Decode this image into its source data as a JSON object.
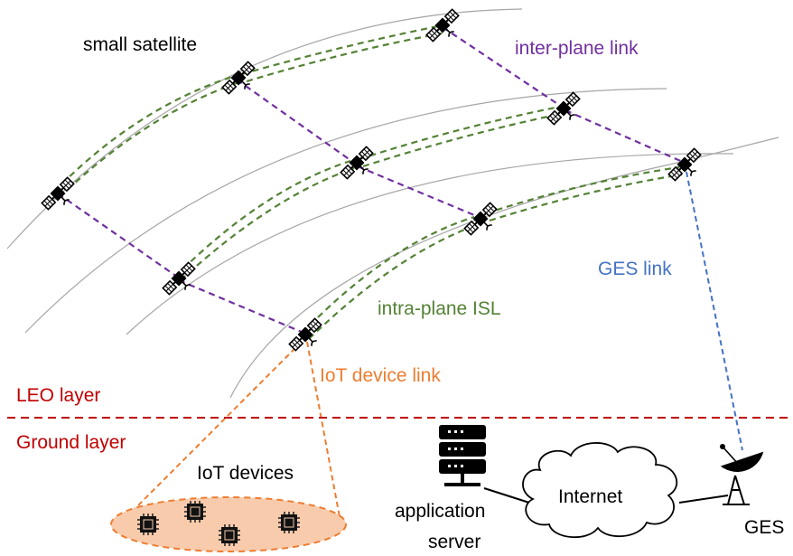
{
  "labels": {
    "small_satellite": "small satellite",
    "inter_plane_link": "inter-plane link",
    "intra_plane_isl": "intra-plane ISL",
    "ges_link": "GES link",
    "iot_device_link": "IoT device link",
    "leo_layer": "LEO layer",
    "ground_layer": "Ground layer",
    "iot_devices": "IoT devices",
    "application": "application",
    "server": "server",
    "internet": "Internet",
    "ges": "GES"
  },
  "colors": {
    "inter_plane": "#7030a0",
    "intra_plane": "#548235",
    "ges_link": "#4472c4",
    "iot_link": "#ed7d31",
    "layer_divider": "#c00000",
    "iot_ellipse_fill": "#f8cbad",
    "orbit": "#a6a6a6"
  },
  "icons": {
    "satellite": "satellite-icon",
    "server": "server-rack-icon",
    "cloud": "cloud-icon",
    "dish": "satellite-dish-icon",
    "chip": "microchip-icon"
  }
}
